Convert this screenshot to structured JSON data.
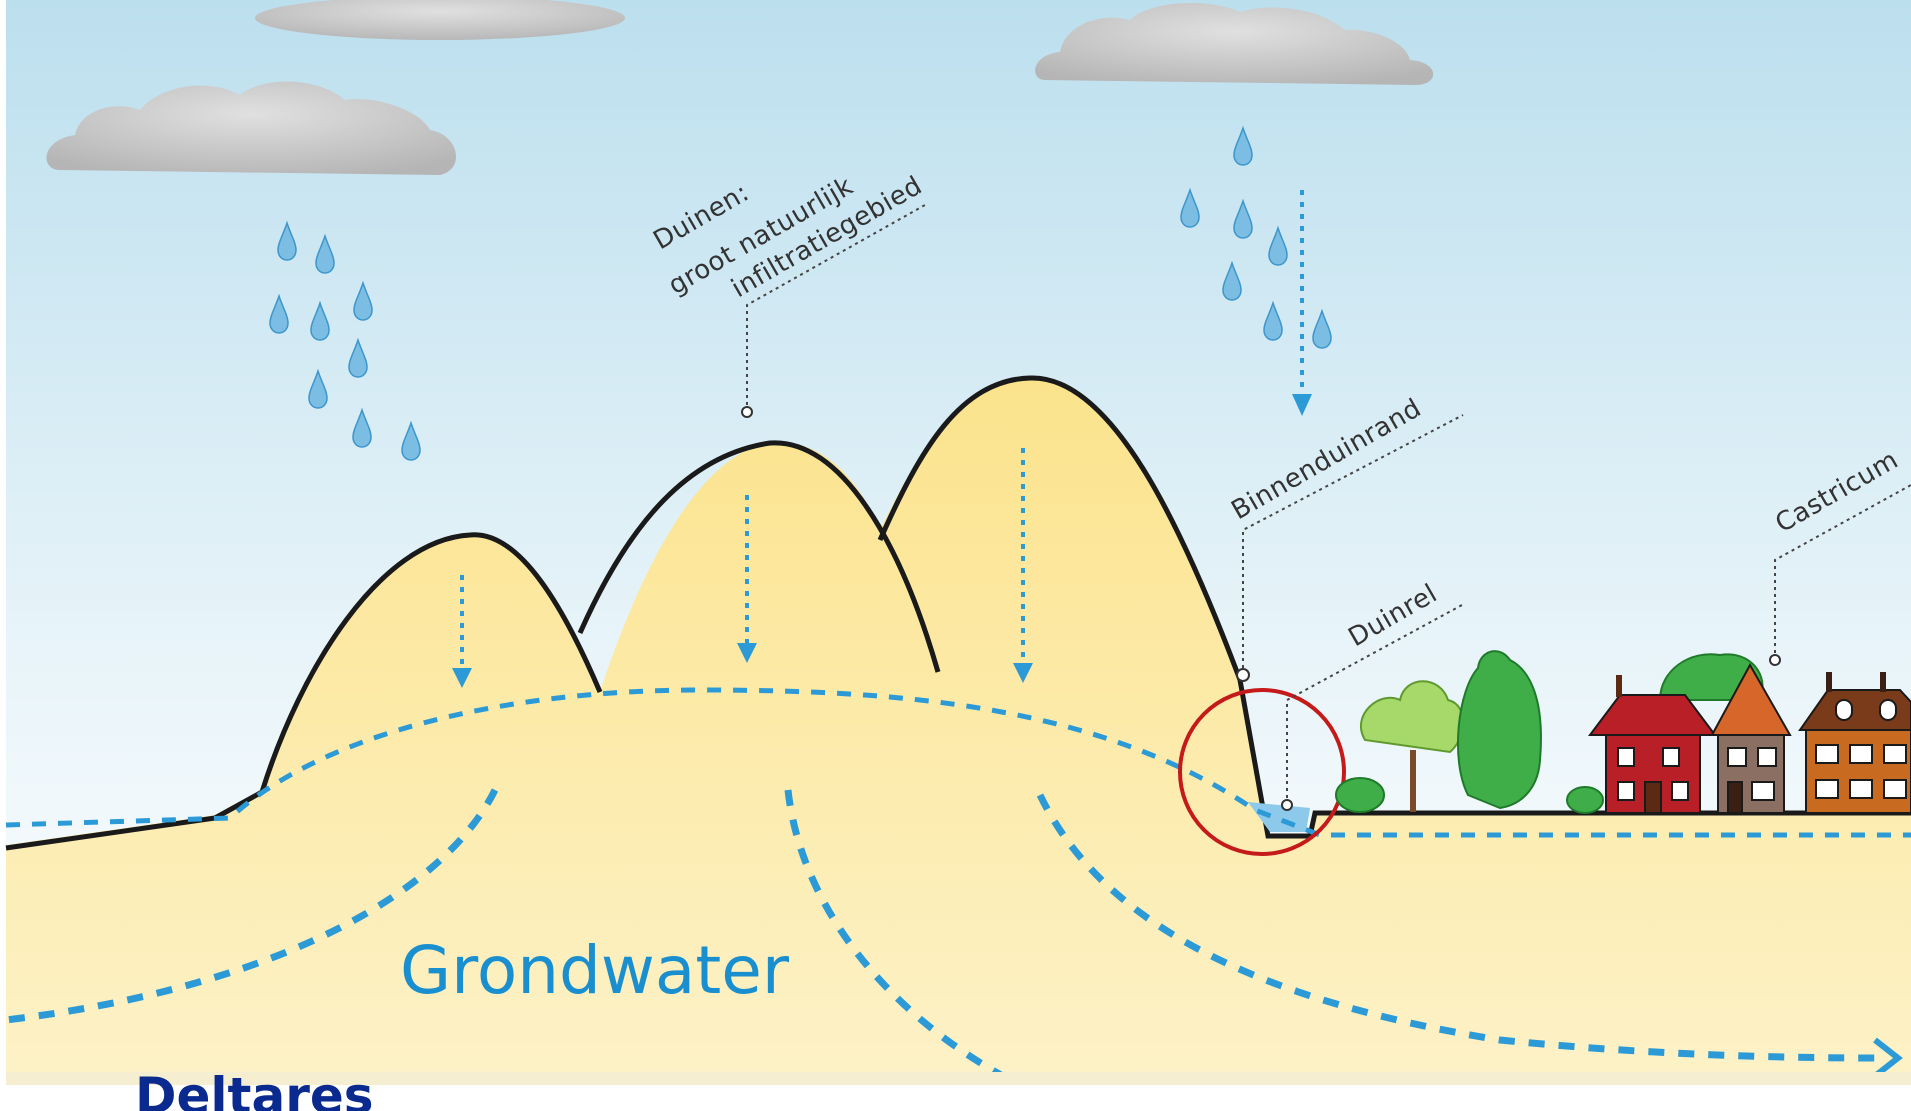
{
  "labels": {
    "dunes_line1": "Duinen:",
    "dunes_line2": "groot natuurlijk",
    "dunes_line3": "infiltratiegebied",
    "inner_dune_edge": "Binnenduinrand",
    "dune_stream": "Duinrel",
    "town": "Castricum",
    "groundwater": "Grondwater"
  },
  "logo": {
    "text": "Deltares"
  },
  "colors": {
    "sky_top": "#bcdfee",
    "sky_bottom": "#ffffff",
    "sand": "#fbe79a",
    "outline": "#1a1a1a",
    "water": "#2c9ad6",
    "highlight_circle": "#c51a1a",
    "cloud": "#c9c9c9",
    "logo": "#0a2a8f"
  }
}
